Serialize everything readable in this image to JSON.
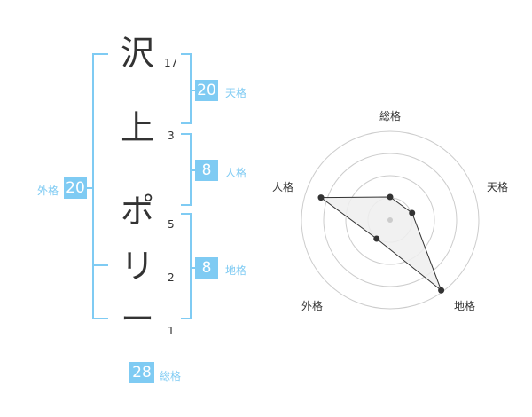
{
  "name": {
    "chars": [
      {
        "char": "沢",
        "strokes": "17"
      },
      {
        "char": "上",
        "strokes": "3"
      },
      {
        "char": "ポ",
        "strokes": "5"
      },
      {
        "char": "リ",
        "strokes": "2"
      },
      {
        "char": "ー",
        "strokes": "1"
      }
    ]
  },
  "kaku": {
    "tenkaku": {
      "value": "20",
      "label": "天格"
    },
    "jinkaku": {
      "value": "8",
      "label": "人格"
    },
    "chikaku": {
      "value": "8",
      "label": "地格"
    },
    "gaikaku": {
      "value": "20",
      "label": "外格"
    },
    "soukaku": {
      "value": "28",
      "label": "総格"
    }
  },
  "chart_data": {
    "type": "radar",
    "axes": [
      "総格",
      "天格",
      "地格",
      "外格",
      "人格"
    ],
    "rings": 4,
    "values": [
      0.26,
      0.26,
      0.98,
      0.26,
      0.82
    ],
    "colors": {
      "fill": "#eeeeee",
      "stroke": "#333333",
      "ring": "#cccccc",
      "center": "#cccccc",
      "accent": "#7fcbf3"
    }
  }
}
